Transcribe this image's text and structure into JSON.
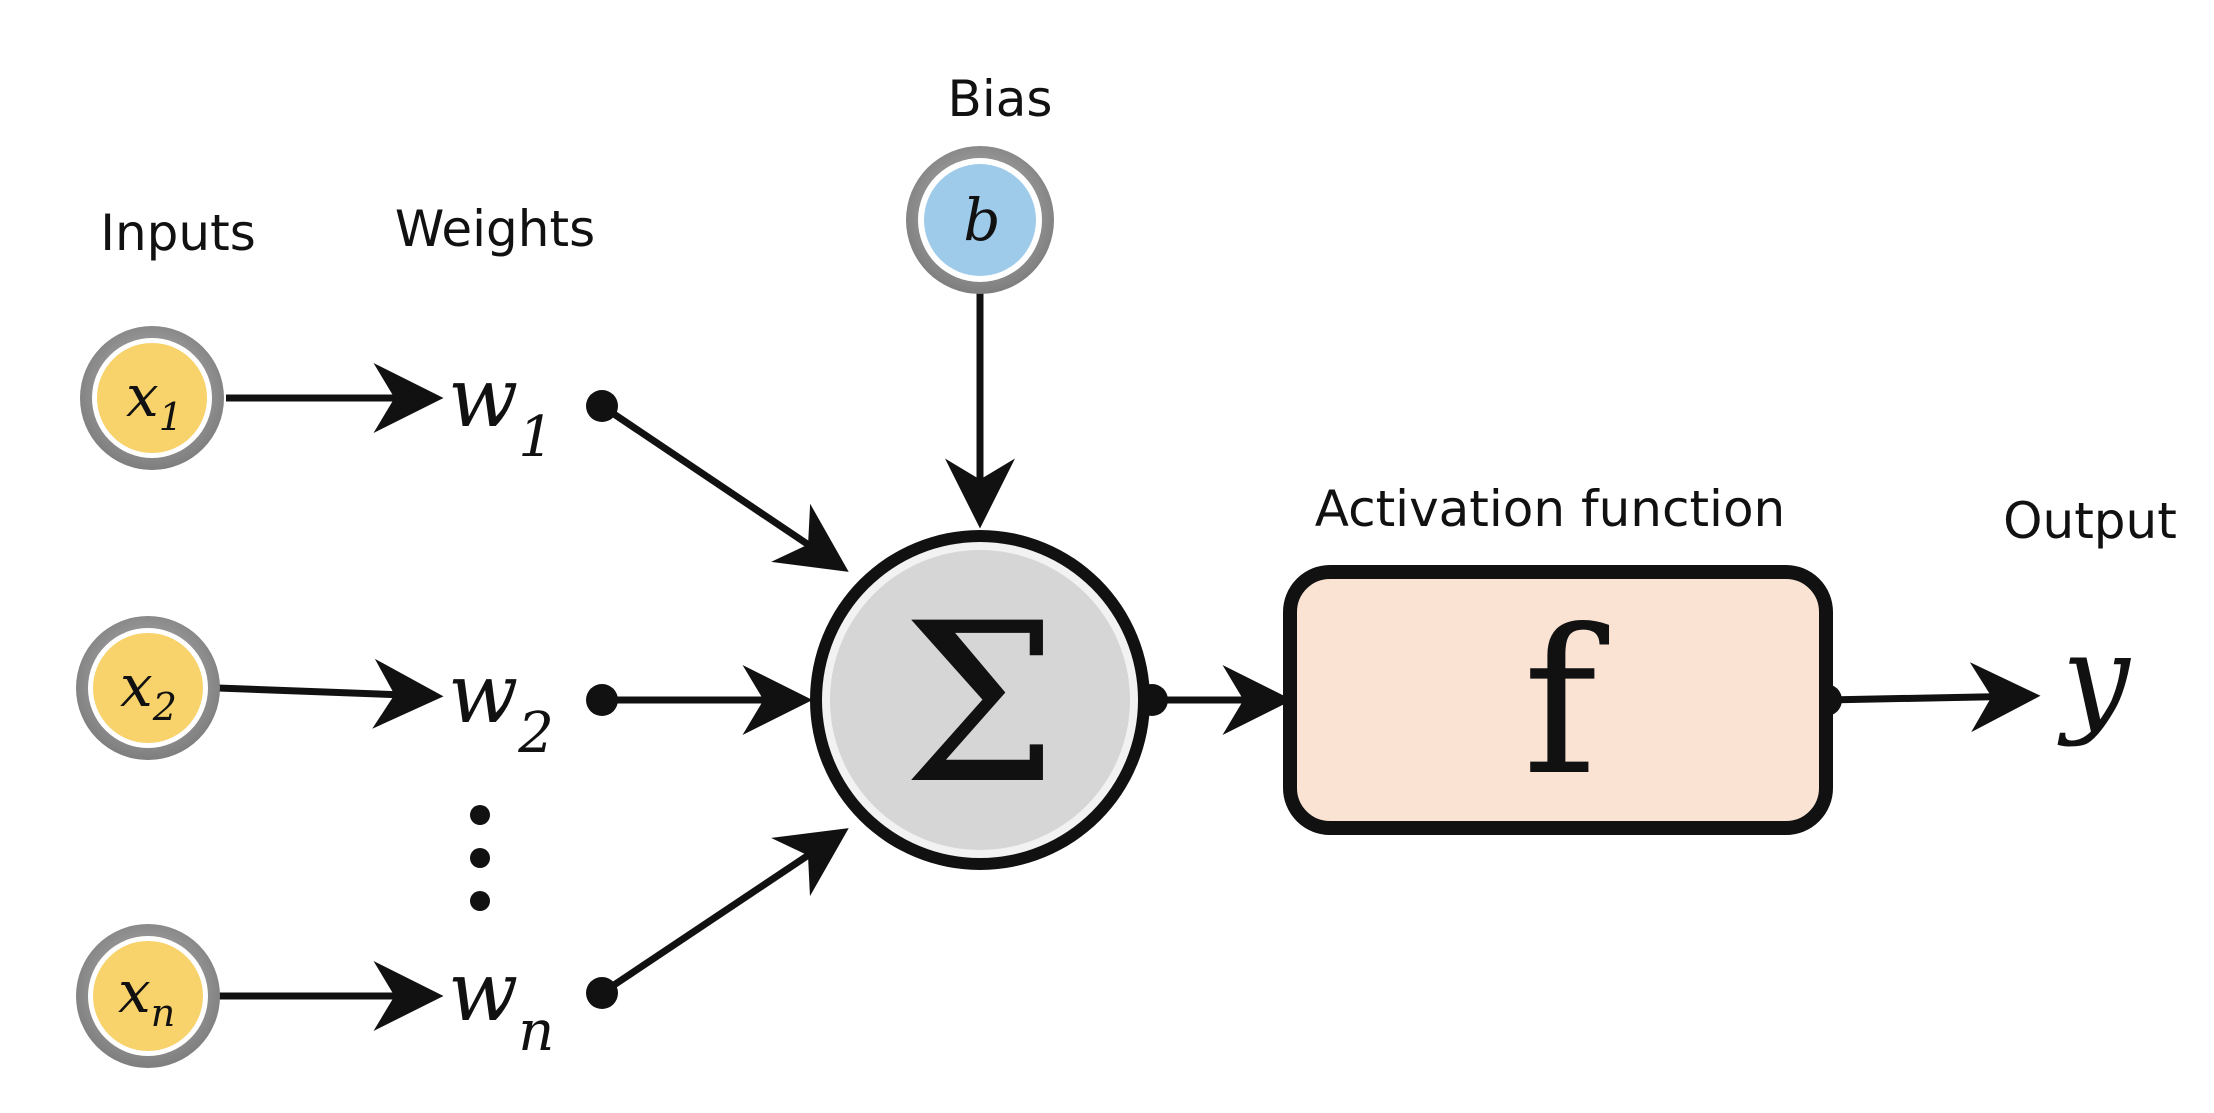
{
  "labels": {
    "inputs": "Inputs",
    "weights": "Weights",
    "bias": "Bias",
    "activation": "Activation function",
    "output": "Output"
  },
  "inputs": [
    {
      "var": "x",
      "sub": "1"
    },
    {
      "var": "x",
      "sub": "2"
    },
    {
      "var": "x",
      "sub": "n"
    }
  ],
  "weights": [
    {
      "var": "w",
      "sub": "1"
    },
    {
      "var": "w",
      "sub": "2"
    },
    {
      "var": "w",
      "sub": "n"
    }
  ],
  "bias": {
    "var": "b"
  },
  "summation": {
    "symbol": "Σ"
  },
  "activation": {
    "symbol": "f"
  },
  "output": {
    "var": "y"
  },
  "colors": {
    "input_fill": "#f8d26a",
    "bias_fill": "#9fcbea",
    "node_ring": "#8a8a8a",
    "sum_fill": "#d6d6d6",
    "activation_fill": "#fbe3d4",
    "stroke": "#111111"
  }
}
